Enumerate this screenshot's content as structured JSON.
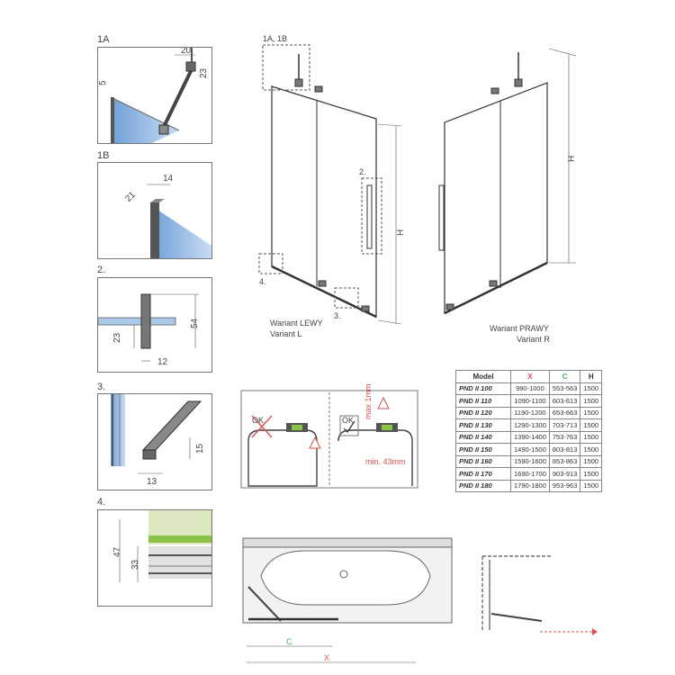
{
  "labels": {
    "d1a": "1A",
    "d1b": "1B",
    "d2": "2.",
    "d3": "3.",
    "d4": "4.",
    "callout_1a1b": "1A, 1B",
    "callout_2": "2.",
    "callout_3": "3.",
    "callout_4": "4."
  },
  "dims_1a": {
    "a": "5",
    "b": "20",
    "c": "23"
  },
  "dims_1b": {
    "a": "21",
    "b": "14"
  },
  "dims_2": {
    "a": "54",
    "b": "23",
    "c": "12"
  },
  "dims_3": {
    "a": "15",
    "b": "13"
  },
  "dims_4": {
    "a": "47",
    "b": "33"
  },
  "variants": {
    "left_line1": "Wariant LEWY",
    "left_line2": "Variant L",
    "right_line1": "Wariant PRAWY",
    "right_line2": "Variant R",
    "height_label": "H"
  },
  "install": {
    "ok_wrong": "OK",
    "ok_right": "OK",
    "max": "max 1mm",
    "min": "min. 43mm"
  },
  "plan": {
    "c": "C",
    "x": "X"
  },
  "table": {
    "headers": [
      "Model",
      "X",
      "C",
      "H"
    ],
    "rows": [
      [
        "PND II 100",
        "990-1000",
        "553-563",
        "1500"
      ],
      [
        "PND II 110",
        "1090-1100",
        "603-613",
        "1500"
      ],
      [
        "PND II 120",
        "1190-1200",
        "653-663",
        "1500"
      ],
      [
        "PND II 130",
        "1290-1300",
        "703-713",
        "1500"
      ],
      [
        "PND II 140",
        "1390-1400",
        "753-763",
        "1500"
      ],
      [
        "PND II 150",
        "1490-1500",
        "803-813",
        "1500"
      ],
      [
        "PND II 160",
        "1590-1600",
        "853-863",
        "1500"
      ],
      [
        "PND II 170",
        "1690-1700",
        "903-913",
        "1500"
      ],
      [
        "PND II 180",
        "1790-1800",
        "953-963",
        "1500"
      ]
    ]
  },
  "colors": {
    "glass": "#6f9fd8",
    "accent_red": "#d9534f",
    "level_green": "#8bc34a"
  }
}
